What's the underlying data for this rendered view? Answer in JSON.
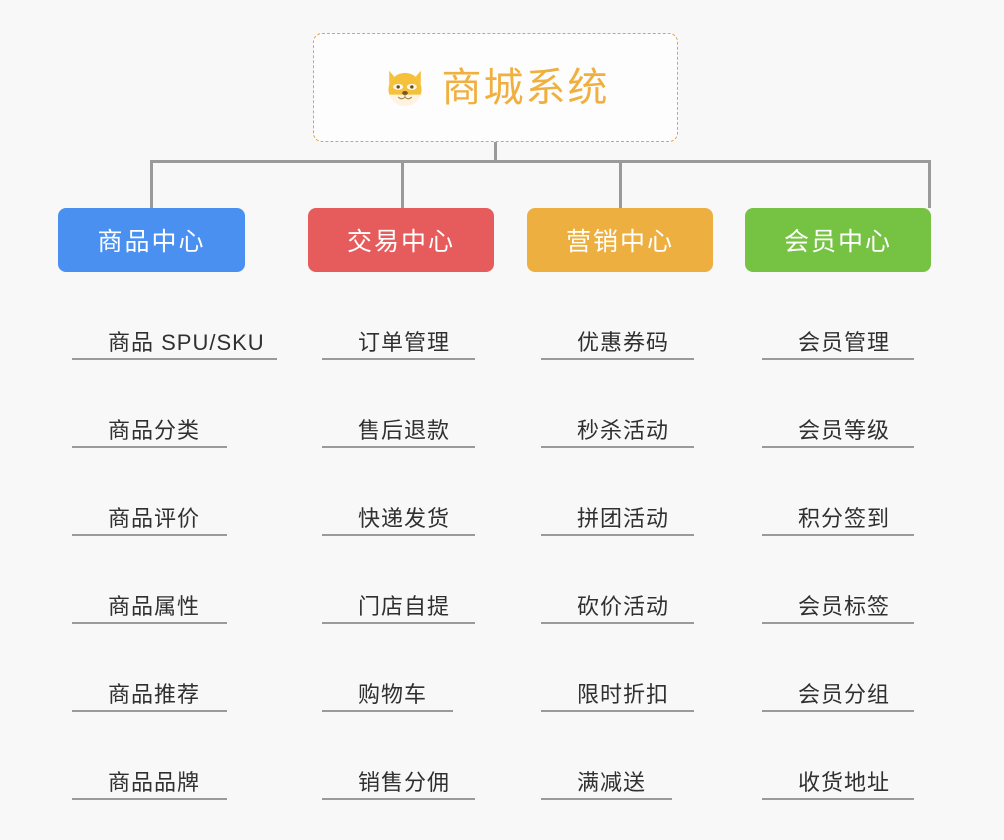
{
  "canvas": {
    "background": "#f8f8f8",
    "line_color": "#9a9a9a"
  },
  "root": {
    "title": "商城系统",
    "icon": "dog-face-emoji",
    "text_color": "#f0b040",
    "border_color": "#e8a33d",
    "background": "#fdfdfd"
  },
  "branches": [
    {
      "id": "product-center",
      "label": "商品中心",
      "color": "#4a90f0",
      "items": [
        "商品 SPU/SKU",
        "商品分类",
        "商品评价",
        "商品属性",
        "商品推荐",
        "商品品牌"
      ]
    },
    {
      "id": "trade-center",
      "label": "交易中心",
      "color": "#e65c5c",
      "items": [
        "订单管理",
        "售后退款",
        "快递发货",
        "门店自提",
        "购物车",
        "销售分佣"
      ]
    },
    {
      "id": "marketing-center",
      "label": "营销中心",
      "color": "#eeaf41",
      "items": [
        "优惠券码",
        "秒杀活动",
        "拼团活动",
        "砍价活动",
        "限时折扣",
        "满减送"
      ]
    },
    {
      "id": "member-center",
      "label": "会员中心",
      "color": "#76c344",
      "items": [
        "会员管理",
        "会员等级",
        "积分签到",
        "会员标签",
        "会员分组",
        "收货地址"
      ]
    }
  ]
}
